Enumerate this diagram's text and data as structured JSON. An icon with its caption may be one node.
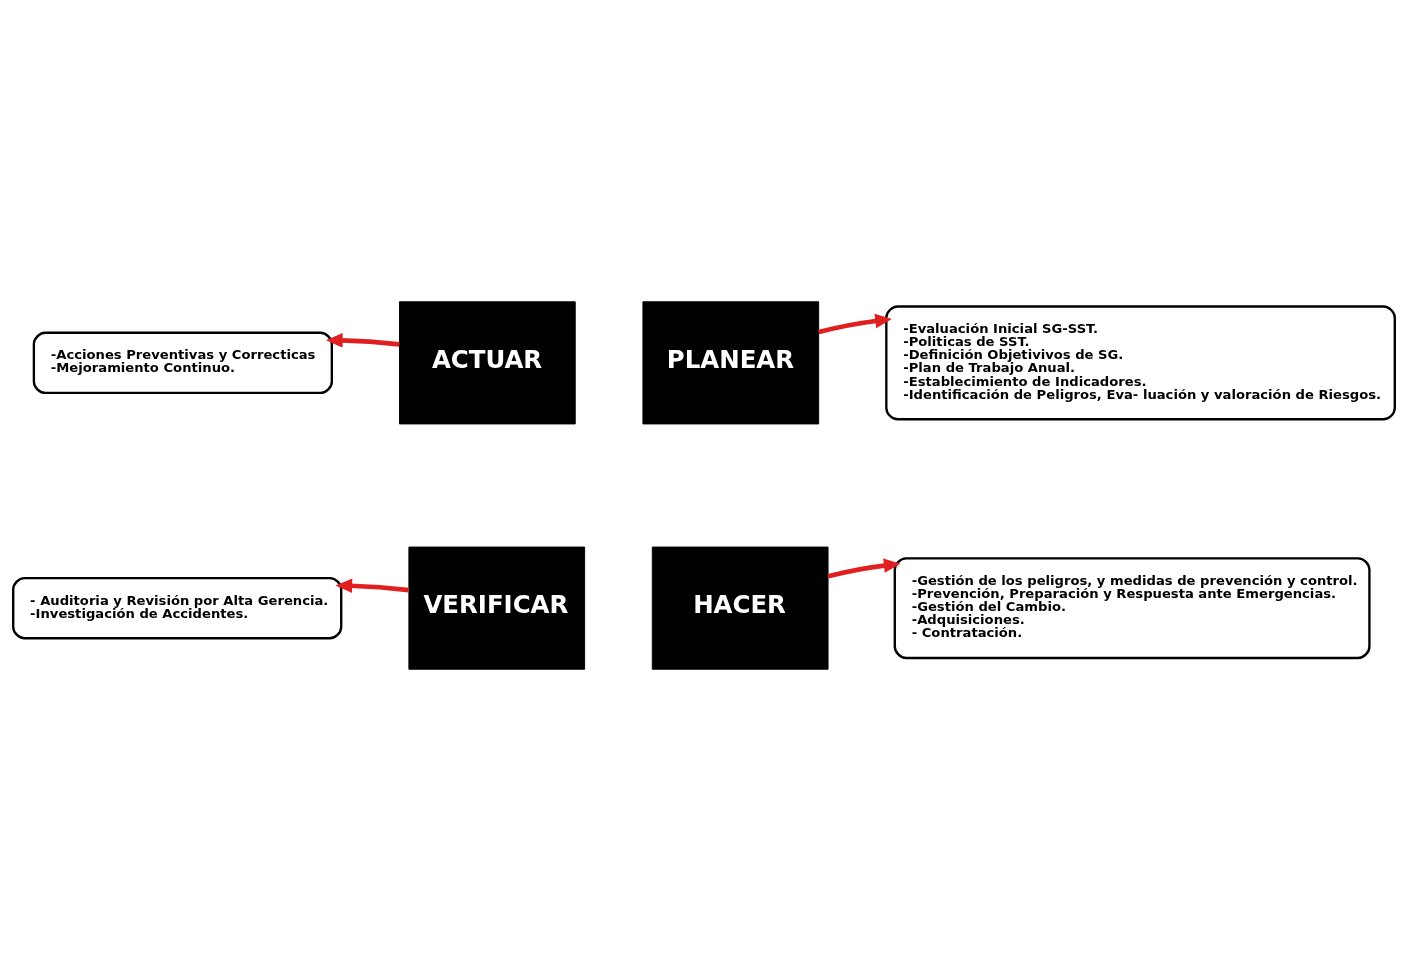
{
  "diagram": {
    "nodes": [
      {
        "text": [
          "-Acciones Preventivas y Correcticas",
          "-Mejoramiento Continuo."
        ]
      },
      {
        "text": [
          "ACTUAR"
        ]
      },
      {
        "text": [
          "PLANEAR"
        ]
      },
      {
        "text": [
          "-Evaluación Inicial SG-SST.",
          "-Politicas de SST.",
          "-Definición Objetivivos de SG.",
          "-Plan de Trabajo Anual.",
          "-Establecimiento de Indicadores.",
          "-Identificación de Peligros, Eva- luación y valoración de Riesgos."
        ]
      },
      {
        "text": [
          "- Auditoria y Revisión por Alta Gerencia.",
          "-Investigación de Accidentes."
        ]
      },
      {
        "text": [
          "VERIFICAR"
        ]
      },
      {
        "text": [
          "HACER"
        ]
      },
      {
        "text": [
          "-Gestión de los peligros, y medidas de prevención y control.",
          "-Prevención, Preparación y Respuesta ante Emergencias.",
          "-Gestión del Cambio.",
          "-Adquisiciones.",
          "- Contratación."
        ]
      }
    ],
    "edges": [
      {
        "from": 1,
        "to": 0,
        "arrow": "to"
      },
      {
        "from": 2,
        "to": 3,
        "arrow": "to"
      },
      {
        "from": 5,
        "to": 4,
        "arrow": "to"
      },
      {
        "from": 6,
        "to": 7,
        "arrow": "to"
      }
    ]
  }
}
